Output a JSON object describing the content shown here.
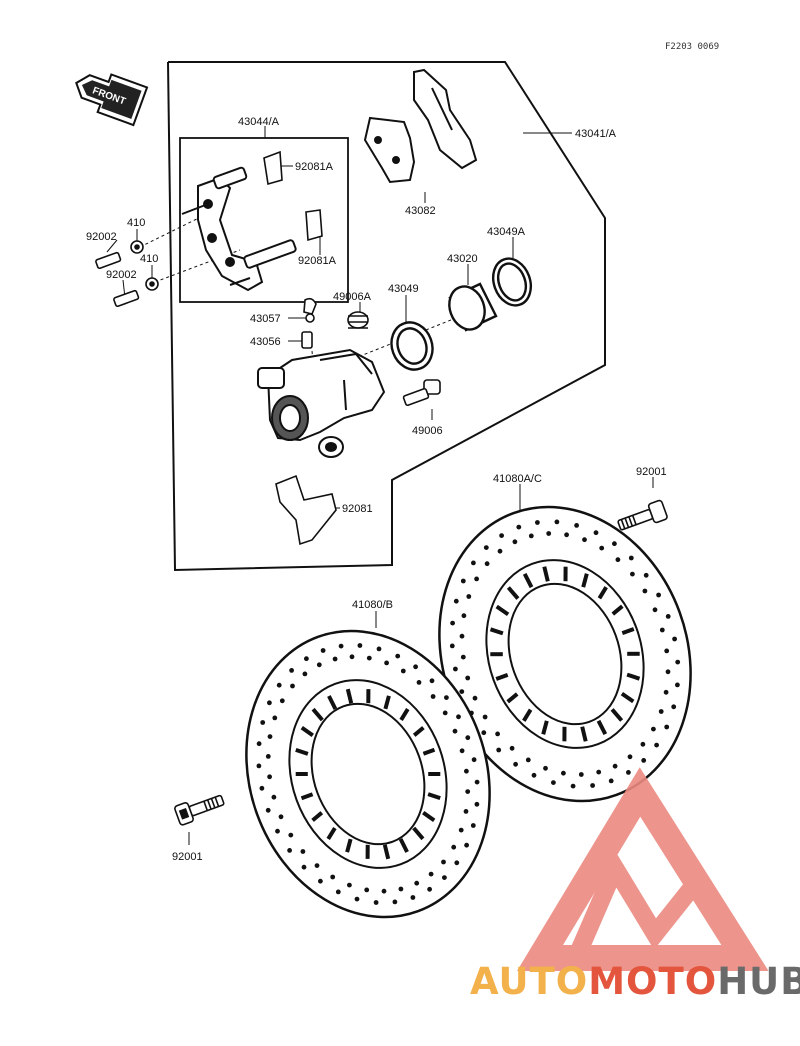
{
  "figure_code": "F2203 0069",
  "direction_label": "FRONT",
  "labels": {
    "caliper_assy": "43041/A",
    "bracket": "43044/A",
    "pad_spring_a1": "92081A",
    "pad_spring_a2": "92081A",
    "pads": "43082",
    "washer_1": "410",
    "washer_2": "410",
    "bolt_1": "92002",
    "bolt_2": "92002",
    "piston_seal_outer": "43049A",
    "piston": "43020",
    "piston_seal": "43049",
    "bleeder_spring": "49006A",
    "cap": "43057",
    "bleeder": "43056",
    "bleeder_bolt": "49006",
    "pad_spring": "92081",
    "disc_right": "41080A/C",
    "disc_left": "41080/B",
    "disc_bolt_right": "92001",
    "disc_bolt_left": "92001"
  },
  "watermark": {
    "part1": "AUTO",
    "part2": "MOTO",
    "part3": "HUB",
    "colors": {
      "part1": "#f3b14b",
      "part2": "#e4553e",
      "part3": "#6a6a6a",
      "logo": "#ec8a80"
    }
  }
}
